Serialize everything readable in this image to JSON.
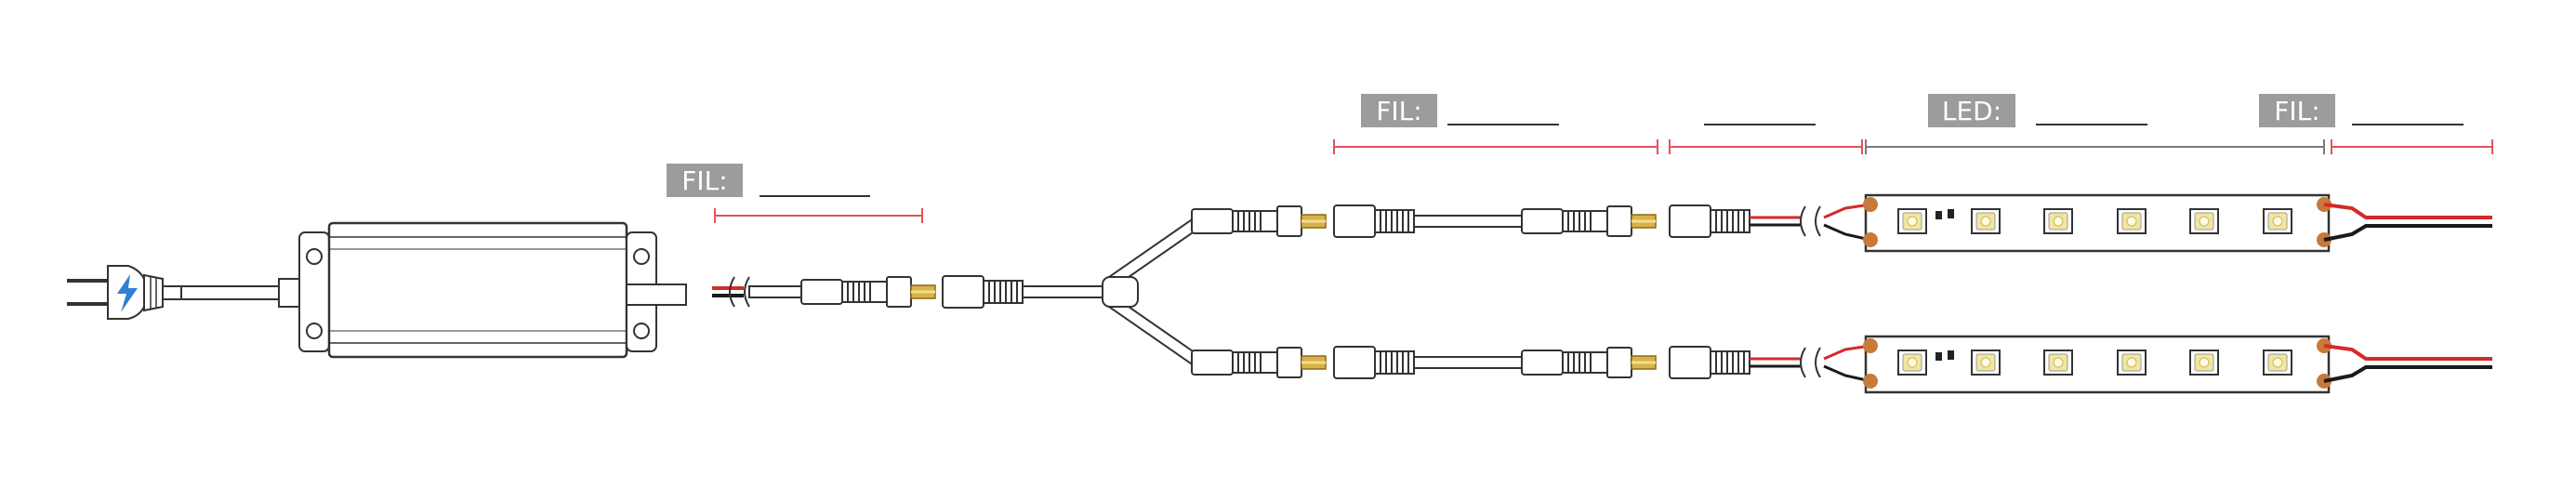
{
  "colors": {
    "label_bg": "#9c9c9c",
    "label_text": "#ffffff",
    "measure_red": "#e8515a",
    "measure_gray": "#7a7a7a",
    "outline": "#333333",
    "wire_red": "#d42a2a",
    "wire_black": "#1a1a1a",
    "pin_gold": "#d9b24a",
    "led_yellow": "#f2e6a0",
    "pad_copper": "#c77a3a",
    "bolt_blue": "#2f7fd6"
  },
  "labels": {
    "adapter_cable": "FIL:",
    "extension_cable": "FIL:",
    "led_strip": "LED:",
    "output_cable": "FIL:"
  },
  "icons": {
    "plug": "power-plug-icon",
    "bolt": "lightning-bolt-icon",
    "adapter": "power-adapter-icon"
  }
}
